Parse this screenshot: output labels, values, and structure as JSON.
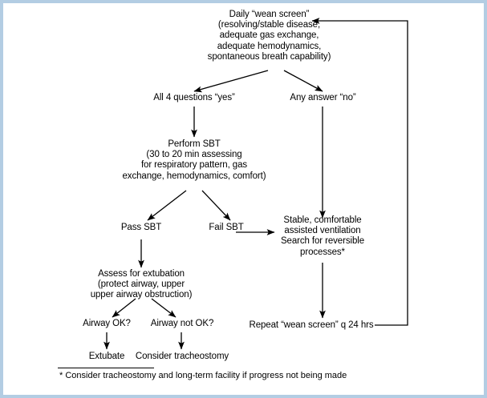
{
  "figure": {
    "title": "Daily wean screen ventilator weaning protocol flowchart",
    "border_color": "#b3cde3",
    "line_color": "#000000",
    "background": "#ffffff"
  },
  "nodes": {
    "daily_wean_screen": "Daily “wean screen”\n(resolving/stable disease,\nadequate gas exchange,\nadequate hemodynamics,\nspontaneous breath capability)",
    "all_yes": "All 4 questions “yes”",
    "any_no": "Any answer “no”",
    "perform_sbt": "Perform SBT\n(30 to 20 min assessing\nfor respiratory pattern, gas\nexchange, hemodynamics, comfort)",
    "pass_sbt": "Pass SBT",
    "fail_sbt": "Fail SBT",
    "stable_comfortable": "Stable, comfortable\nassisted ventilation\nSearch for reversible\nprocesses*",
    "assess_extubation": "Assess for extubation\n(protect airway, upper\nupper airway obstruction)",
    "airway_ok": "Airway OK?",
    "airway_not_ok": "Airway not OK?",
    "extubate": "Extubate",
    "consider_tracheostomy": "Consider tracheostomy",
    "repeat_wean_screen": "Repeat “wean screen” q 24 hrs"
  },
  "footnote": {
    "text": "* Consider tracheostomy and long-term facility if progress not being made"
  }
}
